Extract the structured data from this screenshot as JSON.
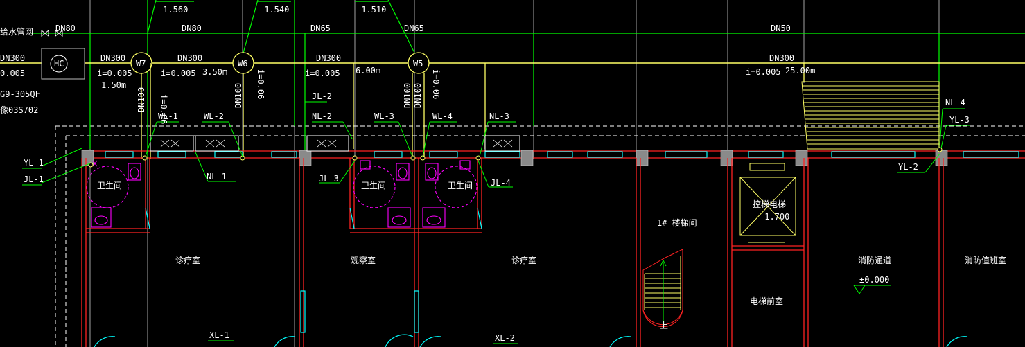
{
  "top_labels": {
    "elev_w7": "-1.560",
    "elev_w6": "-1.540",
    "elev_w5": "-1.510",
    "water_main": "给水管网",
    "dn80_left": "DN80",
    "dn80_mid": "DN80",
    "dn65_a": "DN65",
    "dn65_b": "DN65",
    "dn50": "DN50",
    "dn300_left": "DN300",
    "dn300_a": "DN300",
    "dn300_b": "DN300",
    "dn300_c": "DN300",
    "dn300_d": "DN300",
    "slope_left": "0.005",
    "slope_a": "i=0.005",
    "slope_b": "i=0.005",
    "slope_c": "i=0.005",
    "slope_d": "i=0.005",
    "len_150": "1.50m",
    "len_350": "3.50m",
    "len_600": "6.00m",
    "len_2500": "25.00m",
    "hc_label": "HC",
    "hc_model": "G9-305QF",
    "hc_code": "像03S702",
    "w7": "W7",
    "w6": "W6",
    "w5": "W5",
    "dn100_a": "DN100",
    "dn100_b": "DN100",
    "dn100_c": "DN100",
    "dn100_d": "DN100",
    "slope_v1": "i=0.06",
    "slope_v2": "i=0.06",
    "slope_v3": "i=0.06"
  },
  "pipe_tags": {
    "wl1": "WL-1",
    "wl2": "WL-2",
    "wl3": "WL-3",
    "wl4": "WL-4",
    "nl1": "NL-1",
    "nl2": "NL-2",
    "nl3": "NL-3",
    "nl4": "NL-4",
    "jl1": "JL-1",
    "jl2": "JL-2",
    "jl3": "JL-3",
    "jl4": "JL-4",
    "yl1": "YL-1",
    "yl2": "YL-2",
    "yl3": "YL-3",
    "xl1": "XL-1",
    "xl2": "XL-2"
  },
  "rooms": {
    "restroom_1": "卫生间",
    "restroom_2": "卫生间",
    "restroom_3": "卫生间",
    "clinic_1": "诊疗室",
    "observation": "观察室",
    "clinic_2": "诊疗室",
    "stair_1": "1# 楼梯间",
    "stair_up": "上",
    "elevator": "控梯电梯",
    "elevator_elev": "-1.700",
    "elevator_lobby": "电梯前室",
    "fire_passage": "消防通道",
    "fire_duty": "消防值班室",
    "floor_elev": "±0.000"
  },
  "colors": {
    "pipe_green": "#00ff00",
    "pipe_yellow": "#ffff66",
    "wall_red": "#ff2222",
    "window_cyan": "#00ffff",
    "fixture_magenta": "#ff00ff",
    "text_white": "#ffffff",
    "column_gray": "#9a9a9a",
    "grid_white": "#ffffff"
  }
}
